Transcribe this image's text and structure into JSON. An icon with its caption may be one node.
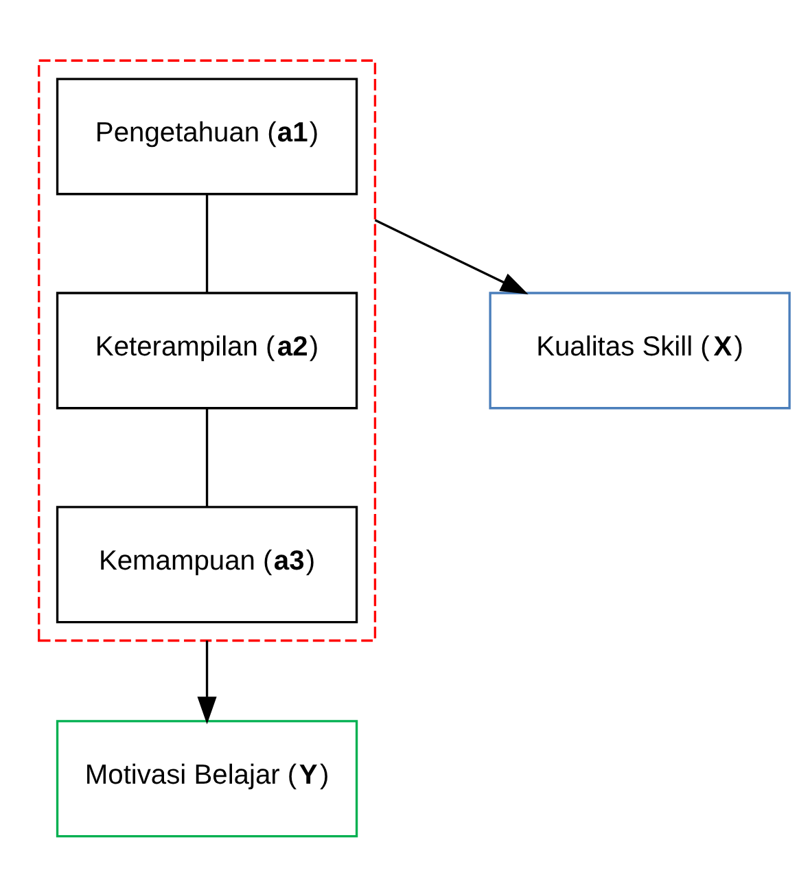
{
  "diagram": {
    "nodes": [
      {
        "text": [],
        "shape": "box"
      },
      {
        "text": [
          "Pengetahuan (**a1**)"
        ],
        "in": 0
      },
      {
        "text": [
          "Keterampilan (**a2**)"
        ],
        "in": 0
      },
      {
        "text": [
          "Kemampuan (**a3**)"
        ],
        "in": 0
      },
      {
        "text": [
          "Kualitas Skill (**X**)"
        ]
      },
      {
        "text": [
          "Motivasi Belajar (**Y**)"
        ]
      }
    ],
    "edges": [
      {
        "from": 0,
        "to": 4,
        "arrow": "to"
      },
      {
        "from": 1,
        "to": 2,
        "arrow": "none"
      },
      {
        "from": 2,
        "to": 3,
        "arrow": "none"
      },
      {
        "from": 0,
        "to": 5,
        "arrow": "to"
      }
    ]
  }
}
